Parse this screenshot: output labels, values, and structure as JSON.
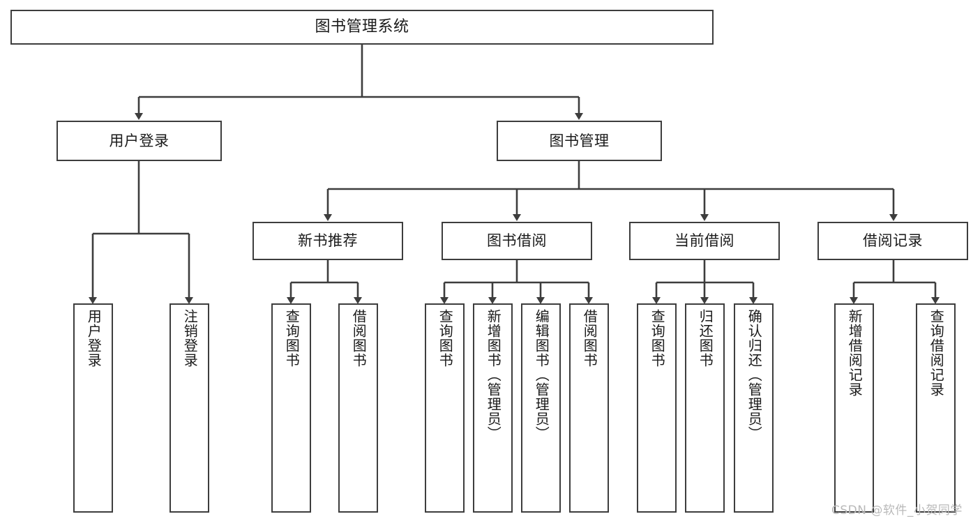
{
  "diagram": {
    "title": "图书管理系统",
    "type": "hierarchy-tree",
    "root": {
      "label": "图书管理系统"
    },
    "level1": [
      {
        "label": "用户登录"
      },
      {
        "label": "图书管理"
      }
    ],
    "level2": [
      {
        "label": "新书推荐"
      },
      {
        "label": "图书借阅"
      },
      {
        "label": "当前借阅"
      },
      {
        "label": "借阅记录"
      }
    ],
    "leaves": {
      "user_login": [
        {
          "label": "用户登录"
        },
        {
          "label": "注销登录"
        }
      ],
      "new_book_recommend": [
        {
          "label": "查询图书"
        },
        {
          "label": "借阅图书"
        }
      ],
      "book_borrow": [
        {
          "label": "查询图书"
        },
        {
          "label": "新增图书（管理员）"
        },
        {
          "label": "编辑图书（管理员）"
        },
        {
          "label": "借阅图书"
        }
      ],
      "current_borrow": [
        {
          "label": "查询图书"
        },
        {
          "label": "归还图书"
        },
        {
          "label": "确认归还（管理员）"
        }
      ],
      "borrow_record": [
        {
          "label": "新增借阅记录"
        },
        {
          "label": "查询借阅记录"
        }
      ]
    }
  },
  "watermark": {
    "text": "CSDN @软件_小贺同学"
  },
  "colors": {
    "border": "#3d3d3d",
    "fill": "#ffffff",
    "text": "#1a1a1a",
    "watermark": "#b9b9b9"
  }
}
